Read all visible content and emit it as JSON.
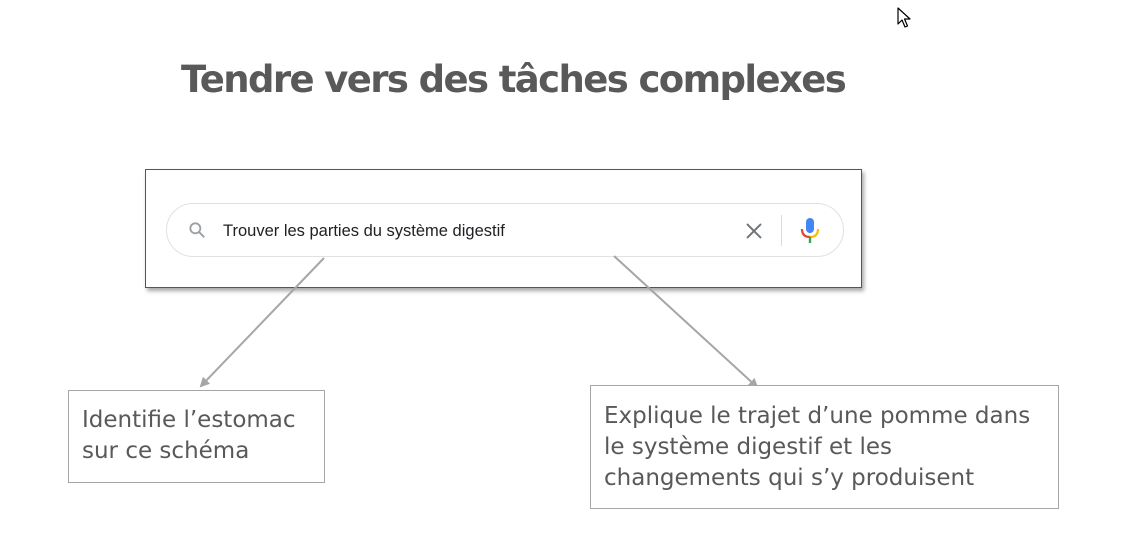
{
  "slide": {
    "title": "Tendre vers des tâches complexes"
  },
  "search": {
    "query": "Trouver les parties du système digestif",
    "icons": {
      "search": "search-icon",
      "clear": "close-icon",
      "voice": "microphone-icon"
    }
  },
  "tasks": {
    "left": {
      "lines": [
        "Identifie l’estomac",
        "sur ce schéma"
      ]
    },
    "right": {
      "lines": [
        "Explique le trajet d’une pomme dans",
        "le système digestif et les",
        "changements qui s’y produisent"
      ]
    }
  },
  "colors": {
    "title": "#595959",
    "task_text": "#595959",
    "arrow": "#a6a6a6",
    "mic_blue": "#4285f4",
    "mic_red": "#ea4335",
    "mic_yellow": "#fbbc05",
    "mic_green": "#34a853"
  }
}
